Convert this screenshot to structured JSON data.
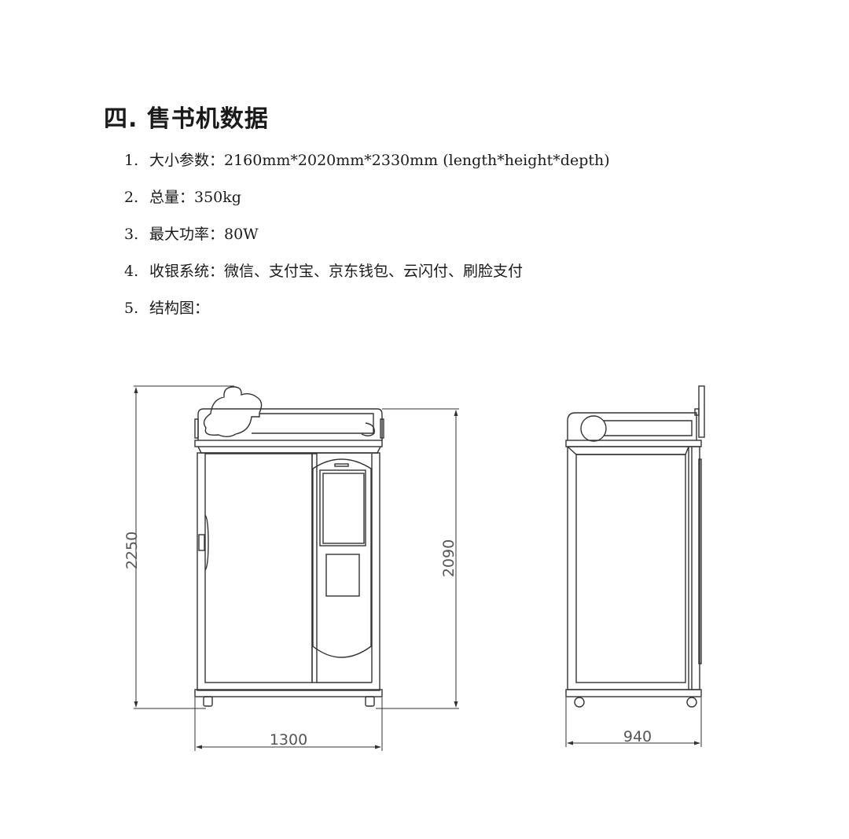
{
  "heading": "四. 售书机数据",
  "specs": [
    {
      "num": "1.",
      "text": "大小参数：2160mm*2020mm*2330mm (length*height*depth)"
    },
    {
      "num": "2.",
      "text": "总量：350kg"
    },
    {
      "num": "3.",
      "text": "最大功率：80W"
    },
    {
      "num": "4.",
      "text": "收银系统：微信、支付宝、京东钱包、云闪付、刷脸支付"
    },
    {
      "num": "5.",
      "text": "结构图："
    }
  ],
  "drawing": {
    "front": {
      "total_height": "2250",
      "body_height": "2090",
      "width": "1300"
    },
    "side": {
      "depth": "940"
    }
  }
}
